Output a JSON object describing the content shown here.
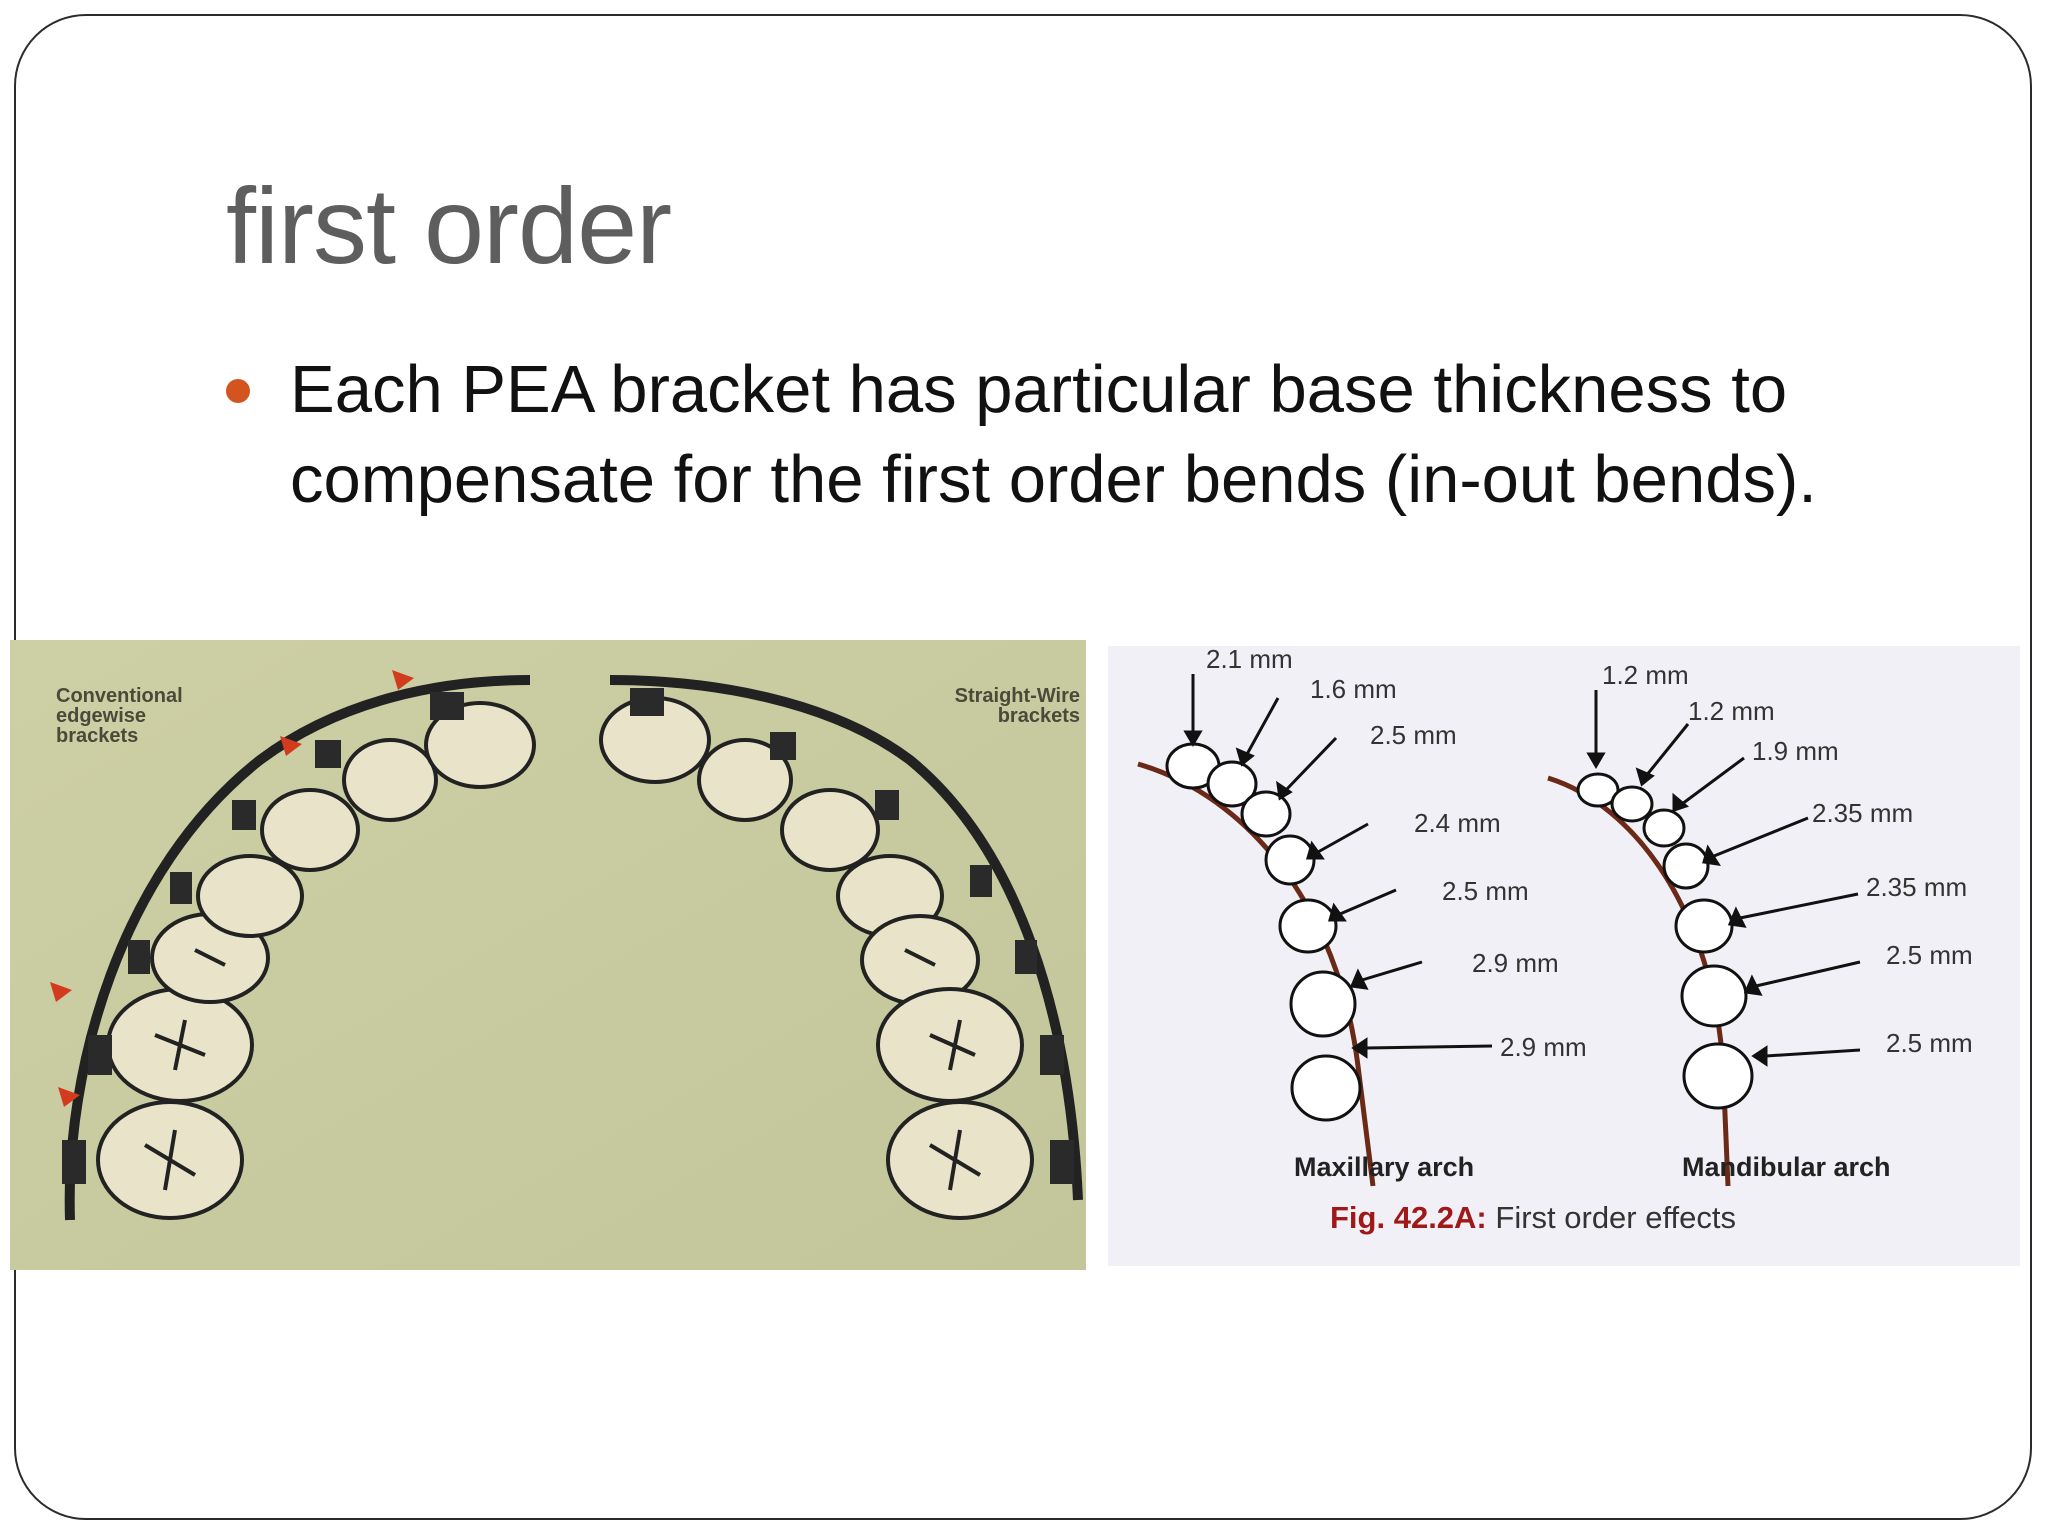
{
  "slide": {
    "title": "first order",
    "bullets": [
      "Each PEA bracket has particular base thickness to compensate for the first order bends (in-out bends)."
    ],
    "accent_color": "#d4541f"
  },
  "figure_left": {
    "label_left": [
      "Conventional",
      "edgewise",
      "brackets"
    ],
    "label_right": [
      "Straight-Wire",
      "brackets"
    ],
    "marker_icon": "red-triangle-marker-icon"
  },
  "figure_right": {
    "maxillary_measurements": [
      "2.1 mm",
      "1.6 mm",
      "2.5 mm",
      "2.4 mm",
      "2.5 mm",
      "2.9 mm",
      "2.9 mm"
    ],
    "mandibular_measurements": [
      "1.2 mm",
      "1.2 mm",
      "1.9 mm",
      "2.35 mm",
      "2.35 mm",
      "2.5 mm",
      "2.5 mm"
    ],
    "maxillary_label": "Maxillary arch",
    "mandibular_label": "Mandibular arch",
    "caption_prefix": "Fig. 42.2A:",
    "caption_text": " First order effects",
    "caption_color": "#a01919",
    "arch_wire_color": "#6b2a18"
  }
}
